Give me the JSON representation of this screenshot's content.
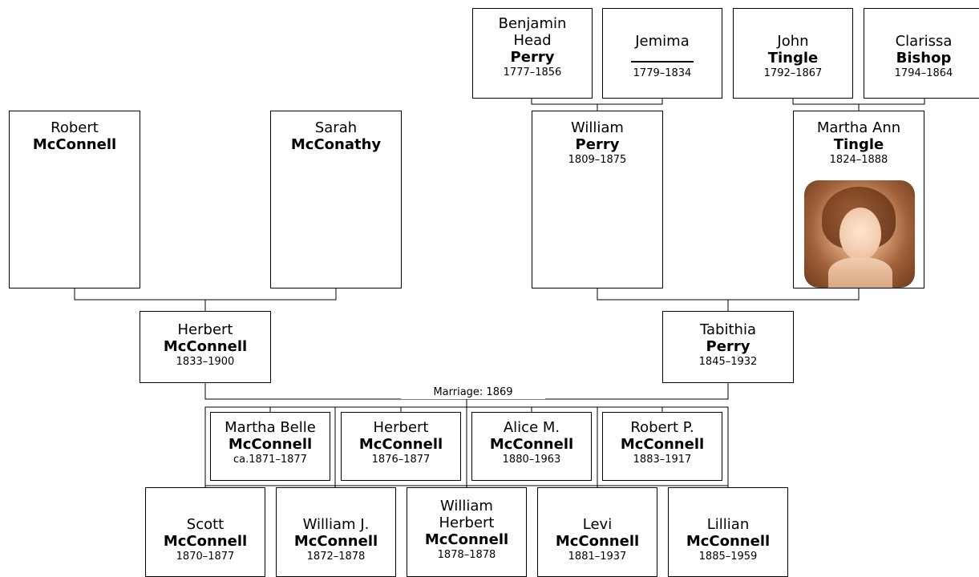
{
  "persons": {
    "benjamin": {
      "given": "Benjamin Head",
      "surname": "Perry",
      "dates": "1777–1856"
    },
    "jemima": {
      "given": "Jemima",
      "surname": "",
      "dates": "1779–1834"
    },
    "john": {
      "given": "John",
      "surname": "Tingle",
      "dates": "1792–1867"
    },
    "clarissa": {
      "given": "Clarissa",
      "surname": "Bishop",
      "dates": "1794–1864"
    },
    "robert": {
      "given": "Robert",
      "surname": "McConnell",
      "dates": ""
    },
    "sarah": {
      "given": "Sarah",
      "surname": "McConathy",
      "dates": ""
    },
    "william": {
      "given": "William",
      "surname": "Perry",
      "dates": "1809–1875"
    },
    "martha_ann": {
      "given": "Martha Ann",
      "surname": "Tingle",
      "dates": "1824–1888"
    },
    "herbert_sr": {
      "given": "Herbert",
      "surname": "McConnell",
      "dates": "1833–1900"
    },
    "tabithia": {
      "given": "Tabithia",
      "surname": "Perry",
      "dates": "1845–1932"
    },
    "martha_belle": {
      "given": "Martha Belle",
      "surname": "McConnell",
      "dates": "ca.1871–1877"
    },
    "herbert_jr": {
      "given": "Herbert",
      "surname": "McConnell",
      "dates": "1876–1877"
    },
    "alice": {
      "given": "Alice M.",
      "surname": "McConnell",
      "dates": "1880–1963"
    },
    "robert_p": {
      "given": "Robert P.",
      "surname": "McConnell",
      "dates": "1883–1917"
    },
    "scott": {
      "given": "Scott",
      "surname": "McConnell",
      "dates": "1870–1877"
    },
    "william_j": {
      "given": "William J.",
      "surname": "McConnell",
      "dates": "1872–1878"
    },
    "william_herbert": {
      "given": "William Herbert",
      "surname": "McConnell",
      "dates": "1878–1878"
    },
    "levi": {
      "given": "Levi",
      "surname": "McConnell",
      "dates": "1881–1937"
    },
    "lillian": {
      "given": "Lillian",
      "surname": "McConnell",
      "dates": "1885–1959"
    }
  },
  "marriage_label": "Marriage: 1869",
  "colors": {
    "line": "#000000",
    "background": "#ffffff",
    "photo_tone": "#c58a62"
  }
}
